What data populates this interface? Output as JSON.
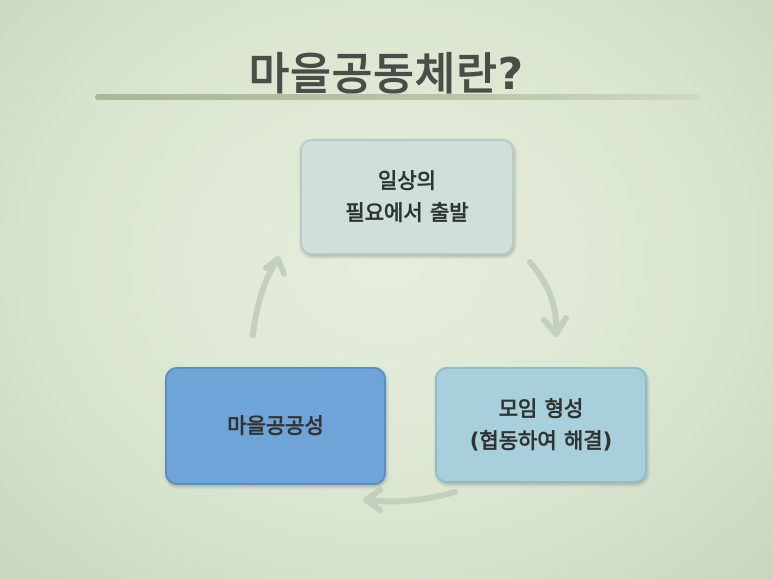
{
  "title": "마을공동체란?",
  "nodes": {
    "top": {
      "line1": "일상의",
      "line2": "필요에서 출발"
    },
    "right": {
      "line1": "모임 형성",
      "line2": "(협동하여 해결)"
    },
    "left": {
      "line1": "마을공공성"
    }
  },
  "colors": {
    "top": "#cfe0dc",
    "right": "#a8d0dc",
    "left": "#6fa4d8",
    "arrow": "#c3cfba"
  }
}
